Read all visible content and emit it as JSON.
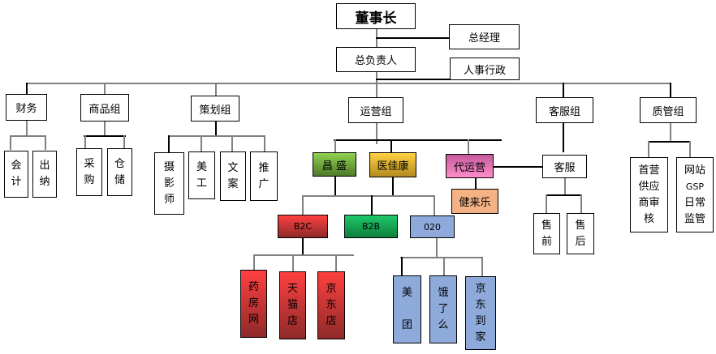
{
  "top": {
    "chairman": "董事长",
    "gm": "总经理",
    "head": "总负责人",
    "hr": "人事行政"
  },
  "groups": {
    "finance": {
      "label": "财务",
      "children": [
        "会计",
        "出纳"
      ]
    },
    "goods": {
      "label": "商品组",
      "children": [
        "采购",
        "仓储"
      ]
    },
    "planning": {
      "label": "策划组",
      "children": [
        "摄影师",
        "美工",
        "文案",
        "推广"
      ]
    },
    "ops": {
      "label": "运营组"
    },
    "cs": {
      "label": "客服组",
      "sub": "客服",
      "children": [
        "售前",
        "售后"
      ]
    },
    "qa": {
      "label": "质管组",
      "children": [
        "首营供应商审核",
        "网站GSP日常监管"
      ]
    }
  },
  "ops": {
    "changsheng": "昌 盛",
    "yijiakang": "医佳康",
    "daiyunying": "代运营",
    "jianlaile": "健来乐",
    "b2c": "B2C",
    "b2b": "B2B",
    "o2o": "020",
    "b2c_children": [
      "药房网",
      "天猫店",
      "京东店"
    ],
    "o2o_children": [
      "美团",
      "饿了么",
      "京东到家"
    ]
  },
  "vtext": {
    "kuaiji": [
      "会",
      "计"
    ],
    "chuna": [
      "出",
      "纳"
    ],
    "caigou": [
      "采",
      "购"
    ],
    "cangchu": [
      "仓",
      "储"
    ],
    "sheying": [
      "摄",
      "影",
      "师"
    ],
    "meigong": [
      "美",
      "工"
    ],
    "wenan": [
      "文",
      "案"
    ],
    "tuiguang": [
      "推",
      "广"
    ],
    "shouqian": [
      "售",
      "前"
    ],
    "shouhou": [
      "售",
      "后"
    ],
    "shouying": [
      "首营",
      "供应",
      "商审",
      "核"
    ],
    "gsp": [
      "网站",
      "GSP",
      "日常",
      "监管"
    ],
    "yaofang": [
      "药",
      "房",
      "网"
    ],
    "tianmao": [
      "天",
      "猫",
      "店"
    ],
    "jingdong": [
      "京",
      "东",
      "店"
    ],
    "meituan": [
      "美",
      "",
      "团"
    ],
    "eleme": [
      "饿",
      "了",
      "么"
    ],
    "jddj": [
      "京",
      "东",
      "到",
      "家"
    ]
  },
  "colors": {
    "green": "#8fd14f",
    "yellow": "#ffd23f",
    "pink": "#ff8dcb",
    "orange": "#f4b183",
    "red": "#ff4040",
    "dgreen": "#1ec86a",
    "blue": "#8eaadb"
  }
}
